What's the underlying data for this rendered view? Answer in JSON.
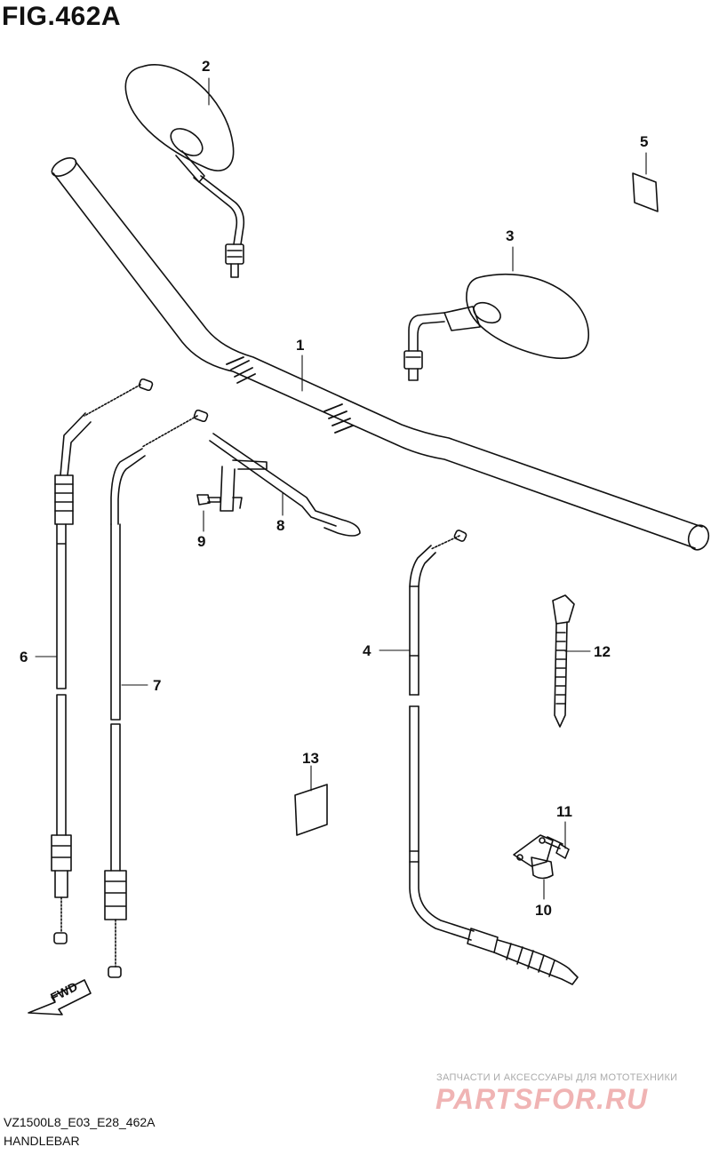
{
  "figure_title": "FIG.462A",
  "parts": [
    {
      "ref": "1"
    },
    {
      "ref": "2"
    },
    {
      "ref": "3"
    },
    {
      "ref": "4"
    },
    {
      "ref": "5"
    },
    {
      "ref": "6"
    },
    {
      "ref": "7"
    },
    {
      "ref": "8"
    },
    {
      "ref": "9"
    },
    {
      "ref": "10"
    },
    {
      "ref": "11"
    },
    {
      "ref": "12"
    },
    {
      "ref": "13"
    }
  ],
  "direction_label": "FWD",
  "watermark": {
    "subtitle": "ЗАПЧАСТИ И АКСЕССУАРЫ ДЛЯ МОТОТЕХНИКИ",
    "logo": "PARTSFOR.RU"
  },
  "footer": {
    "model_code": "VZ1500L8_E03_E28_462A",
    "section_name": "HANDLEBAR"
  }
}
